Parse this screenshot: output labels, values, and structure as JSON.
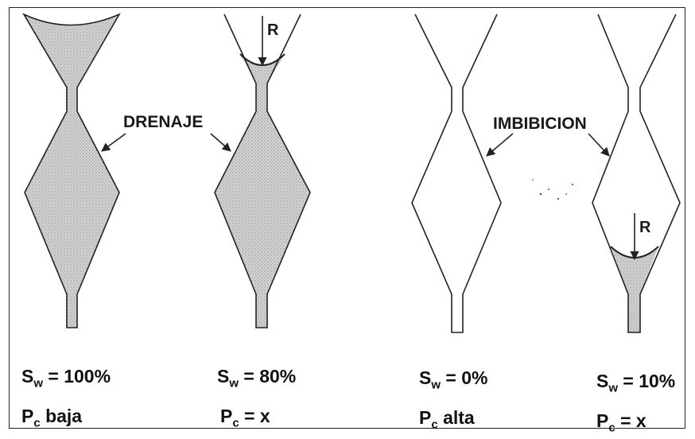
{
  "labels": {
    "drainage": "DRENAJE",
    "imbibition": "IMBIBICION",
    "radius_left": "R",
    "radius_right": "R"
  },
  "pores": [
    {
      "sw_symbol": "S",
      "sw_sub": "w",
      "sw_value": "= 100%",
      "pc_symbol": "P",
      "pc_sub": "c",
      "pc_value": "baja"
    },
    {
      "sw_symbol": "S",
      "sw_sub": "w",
      "sw_value": "= 80%",
      "pc_symbol": "P",
      "pc_sub": "c",
      "pc_value": "= x"
    },
    {
      "sw_symbol": "S",
      "sw_sub": "w",
      "sw_value": "= 0%",
      "pc_symbol": "P",
      "pc_sub": "c",
      "pc_value": "alta"
    },
    {
      "sw_symbol": "S",
      "sw_sub": "w",
      "sw_value": "= 10%",
      "pc_symbol": "P",
      "pc_sub": "c",
      "pc_value": "= x"
    }
  ],
  "colors": {
    "water_fill": "#c9c9c9",
    "outline": "#222222"
  }
}
